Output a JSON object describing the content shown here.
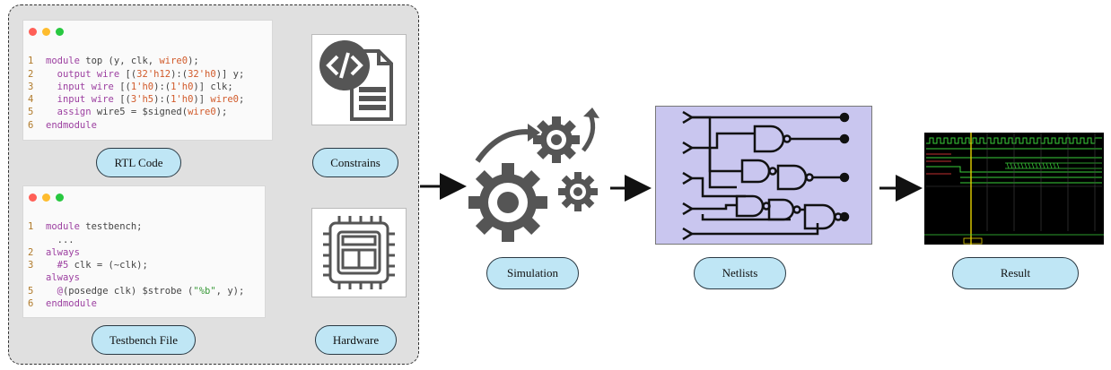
{
  "rtl_code": {
    "lines": [
      {
        "num": "",
        "text": ""
      },
      {
        "num": "1",
        "parts": [
          [
            "kw",
            "module "
          ],
          [
            "",
            "top (y, clk, "
          ],
          [
            "n",
            "wire0"
          ],
          [
            "",
            ");"
          ]
        ]
      },
      {
        "num": "2",
        "parts": [
          [
            "kw",
            "  output wire "
          ],
          [
            "",
            "[("
          ],
          [
            "n",
            "32'h12"
          ],
          [
            "",
            "):("
          ],
          [
            "n",
            "32'h0"
          ],
          [
            "",
            ")] y;"
          ]
        ]
      },
      {
        "num": "3",
        "parts": [
          [
            "kw",
            "  input wire "
          ],
          [
            "",
            "[("
          ],
          [
            "n",
            "1'h0"
          ],
          [
            "",
            "):("
          ],
          [
            "n",
            "1'h0"
          ],
          [
            "",
            ")] clk;"
          ]
        ]
      },
      {
        "num": "4",
        "parts": [
          [
            "kw",
            "  input wire "
          ],
          [
            "",
            "[("
          ],
          [
            "n",
            "3'h5"
          ],
          [
            "",
            "):("
          ],
          [
            "n",
            "1'h0"
          ],
          [
            "",
            ")] "
          ],
          [
            "n",
            "wire0"
          ],
          [
            "",
            ";"
          ]
        ]
      },
      {
        "num": "5",
        "parts": [
          [
            "kw",
            "  assign "
          ],
          [
            "",
            "wire5 = $signed("
          ],
          [
            "n",
            "wire0"
          ],
          [
            "",
            ");"
          ]
        ]
      },
      {
        "num": "6",
        "parts": [
          [
            "kw",
            "endmodule"
          ]
        ]
      }
    ]
  },
  "testbench_code": {
    "lines": [
      {
        "num": "",
        "text": ""
      },
      {
        "num": "1",
        "parts": [
          [
            "kw",
            "module "
          ],
          [
            "",
            "testbench;"
          ]
        ]
      },
      {
        "num": "",
        "parts": [
          [
            "",
            "  ..."
          ]
        ]
      },
      {
        "num": "2",
        "parts": [
          [
            "kw",
            "always"
          ]
        ]
      },
      {
        "num": "3",
        "parts": [
          [
            "kw",
            "  #5 "
          ],
          [
            "",
            "clk = (~clk);"
          ]
        ]
      },
      {
        "num": "",
        "parts": [
          [
            "kw",
            "always"
          ]
        ]
      },
      {
        "num": "5",
        "parts": [
          [
            "kw",
            "  @"
          ],
          [
            "",
            "(posedge clk) $strobe ("
          ],
          [
            "s",
            "\"%b\""
          ],
          [
            "",
            ", y);"
          ]
        ]
      },
      {
        "num": "6",
        "parts": [
          [
            "kw",
            "endmodule"
          ]
        ]
      }
    ]
  },
  "labels": {
    "rtl_code": "RTL Code",
    "constrains": "Constrains",
    "testbench_file": "Testbench File",
    "hardware": "Hardware",
    "simulation": "Simulation",
    "netlists": "Netlists",
    "result": "Result"
  },
  "icons": {
    "window_dots": [
      "#ff5f57",
      "#febc2e",
      "#28c840"
    ],
    "constrains": "code-file-icon",
    "hardware": "chip-icon",
    "simulation": "gears-icon",
    "netlists": "logic-gates-icon",
    "result": "waveform-icon"
  },
  "colors": {
    "pill_fill": "#bfe6f5",
    "panel_fill": "#e0e0e0",
    "netlist_fill": "#c9c6ef"
  }
}
